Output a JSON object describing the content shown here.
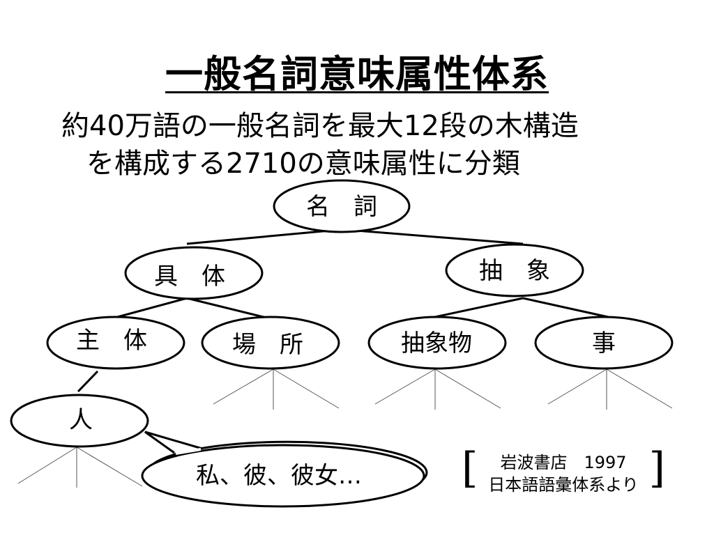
{
  "title": "一般名詞意味属性体系",
  "subtitle": {
    "line1": "約40万語の一般名詞を最大12段の木構造",
    "line2": "を構成する2710の意味属性に分類"
  },
  "nodes": {
    "root": "名　詞",
    "concrete": "具　体",
    "abstract": "抽　象",
    "agent": "主　体",
    "place": "場　所",
    "abstract_thing": "抽象物",
    "event": "事",
    "person": "人",
    "examples": "私、彼、彼女…"
  },
  "source": {
    "line1": "岩波書店　1997",
    "line2": "日本語語彙体系より"
  }
}
